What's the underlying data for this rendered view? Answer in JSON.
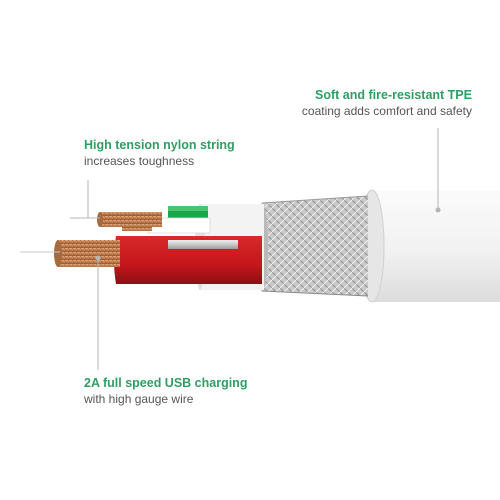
{
  "callouts": {
    "tpe": {
      "title": "Soft and fire-resistant TPE",
      "subtitle": "coating adds comfort and safety"
    },
    "nylon": {
      "title": "High tension nylon string",
      "subtitle": "increases toughness"
    },
    "usb": {
      "title": "2A full speed USB charging",
      "subtitle": "with high gauge wire"
    }
  },
  "colors": {
    "accent_green": "#2f9e63",
    "wire_red": "#c4161c",
    "wire_green": "#1aa64a",
    "copper": "#c8814f",
    "jacket_white": "#f4f4f4",
    "braid_silver": "#b8b8b8",
    "leader_line": "#b0b0b0"
  },
  "icons": [
    "cable-cross-section-illustration"
  ]
}
